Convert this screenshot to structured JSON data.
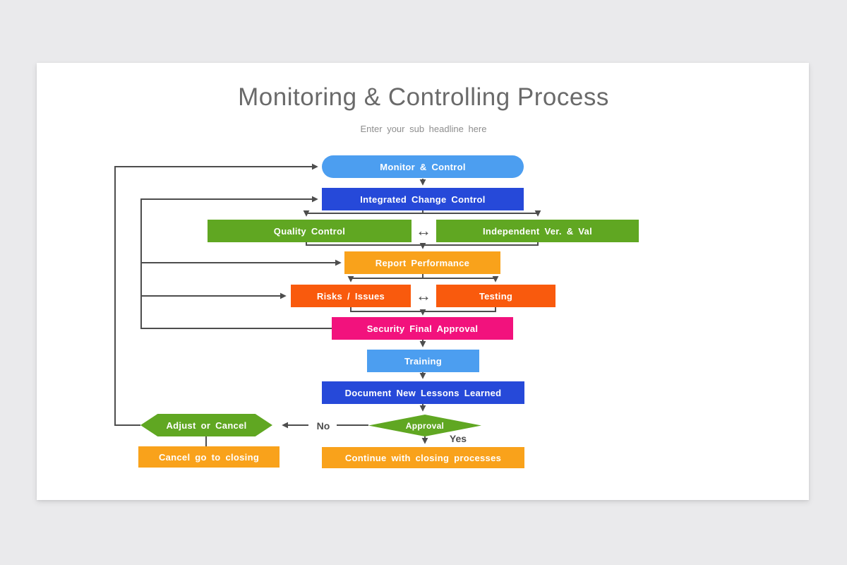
{
  "page": {
    "background_color": "#eaeaec",
    "card_color": "#ffffff"
  },
  "header": {
    "title": "Monitoring & Controlling Process",
    "subtitle": "Enter your sub headline here"
  },
  "colors": {
    "light_blue": "#4c9ef0",
    "dark_blue": "#2649d9",
    "green": "#60a722",
    "amber": "#f9a21b",
    "orange": "#f95a0d",
    "pink": "#f2127d",
    "connector_gray": "#4d4d4d",
    "title_gray": "#6a6a6a",
    "subtitle_gray": "#8e8e8e"
  },
  "flowchart": {
    "nodes": {
      "monitor_control": {
        "label": "Monitor & Control",
        "shape": "pill",
        "color": "#4c9ef0"
      },
      "integrated_change_control": {
        "label": "Integrated Change Control",
        "shape": "rect",
        "color": "#2649d9"
      },
      "quality_control": {
        "label": "Quality Control",
        "shape": "rect",
        "color": "#60a722"
      },
      "independent_ver_val": {
        "label": "Independent Ver. & Val",
        "shape": "rect",
        "color": "#60a722"
      },
      "report_performance": {
        "label": "Report Performance",
        "shape": "rect",
        "color": "#f9a21b"
      },
      "risks_issues": {
        "label": "Risks / Issues",
        "shape": "rect",
        "color": "#f95a0d"
      },
      "testing": {
        "label": "Testing",
        "shape": "rect",
        "color": "#f95a0d"
      },
      "security_final_approval": {
        "label": "Security Final Approval",
        "shape": "rect",
        "color": "#f2127d"
      },
      "training": {
        "label": "Training",
        "shape": "rect",
        "color": "#4c9ef0"
      },
      "document_new_lessons_learned": {
        "label": "Document New Lessons Learned",
        "shape": "rect",
        "color": "#2649d9"
      },
      "approval": {
        "label": "Approval",
        "shape": "diamond",
        "color": "#60a722"
      },
      "adjust_or_cancel": {
        "label": "Adjust or Cancel",
        "shape": "hexagon",
        "color": "#60a722"
      },
      "cancel_go_to_closing": {
        "label": "Cancel go to closing",
        "shape": "rect",
        "color": "#f9a21b"
      },
      "continue_with_closing": {
        "label": "Continue with closing processes",
        "shape": "rect",
        "color": "#f9a21b"
      }
    },
    "edge_labels": {
      "no": "No",
      "yes": "Yes"
    },
    "icons": {
      "bidirectional_arrow": "↔"
    }
  }
}
